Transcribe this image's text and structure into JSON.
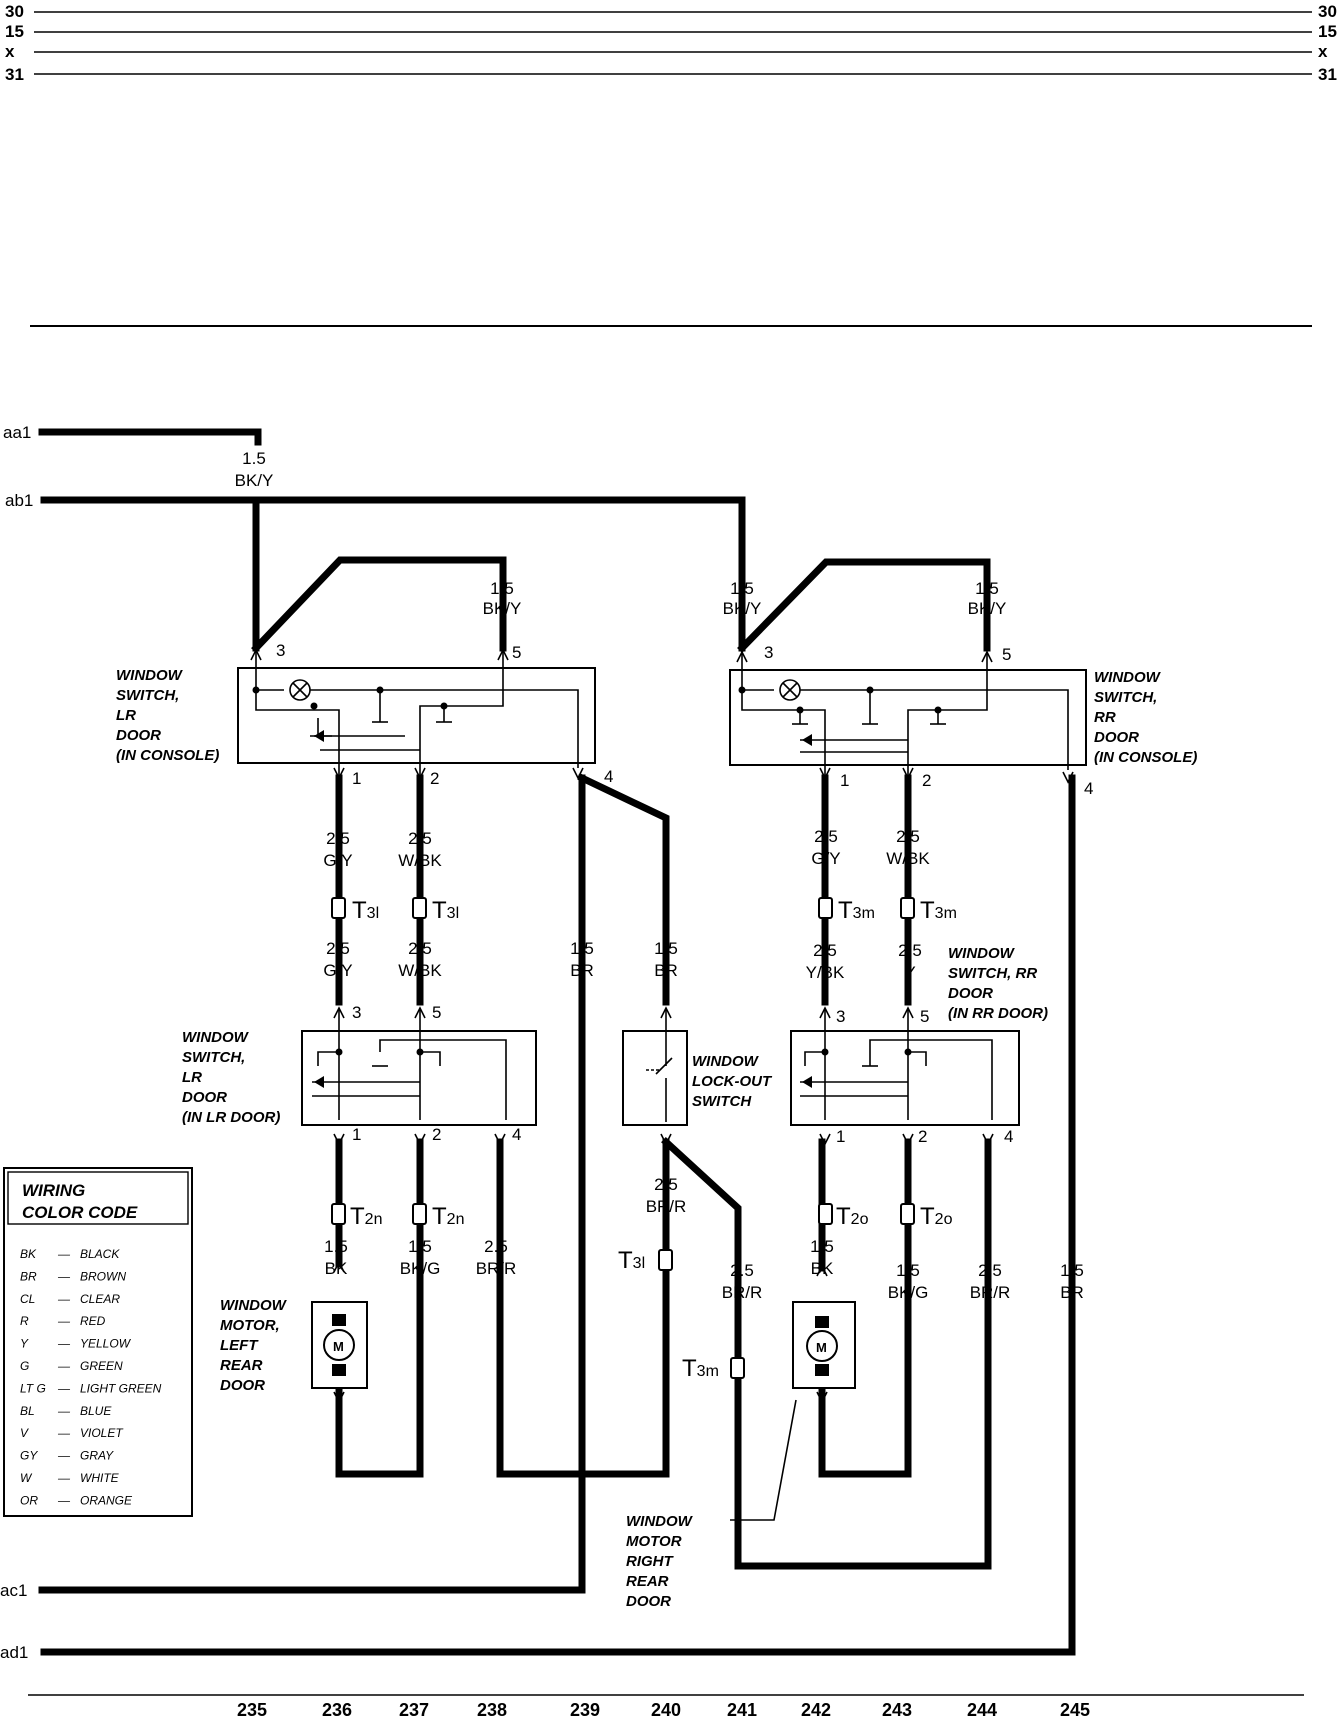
{
  "bus_labels": [
    "30",
    "15",
    "x",
    "31"
  ],
  "left_inputs": [
    "aa1",
    "ab1",
    "ac1",
    "ad1"
  ],
  "feed_labels": [
    {
      "size": "1.5",
      "color": "BK/Y"
    },
    {
      "size": "1.5",
      "color": "BK/Y"
    },
    {
      "size": "1.5",
      "color": "BK/Y"
    },
    {
      "size": "1.5",
      "color": "BK/Y"
    },
    {
      "size": "2.5",
      "color": "G/Y"
    },
    {
      "size": "2.5",
      "color": "W/BK"
    },
    {
      "size": "2.5",
      "color": "G/Y"
    },
    {
      "size": "2.5",
      "color": "W/BK"
    },
    {
      "size": "2.5",
      "color": "G/Y"
    },
    {
      "size": "2.5",
      "color": "W/BK"
    },
    {
      "size": "1.5",
      "color": "BR"
    },
    {
      "size": "1.5",
      "color": "BR"
    },
    {
      "size": "2.5",
      "color": "Y/BK"
    },
    {
      "size": "2.5",
      "color": "Y"
    },
    {
      "size": "2.5",
      "color": "BR/R"
    },
    {
      "size": "1.5",
      "color": "BK"
    },
    {
      "size": "1.5",
      "color": "BK/G"
    },
    {
      "size": "2.5",
      "color": "BR/R"
    },
    {
      "size": "2.5",
      "color": "BR/R"
    },
    {
      "size": "1.5",
      "color": "BK"
    },
    {
      "size": "1.5",
      "color": "BK/G"
    },
    {
      "size": "2.5",
      "color": "BR/R"
    },
    {
      "size": "1.5",
      "color": "BR"
    }
  ],
  "pins": [
    "3",
    "5",
    "1",
    "2",
    "4",
    "3",
    "5",
    "1",
    "2",
    "4",
    "3",
    "5",
    "1",
    "2",
    "4",
    "3",
    "5",
    "1",
    "2",
    "4"
  ],
  "connectors": [
    {
      "main": "T",
      "sub": "3l"
    },
    {
      "main": "T",
      "sub": "3l"
    },
    {
      "main": "T",
      "sub": "3m"
    },
    {
      "main": "T",
      "sub": "3m"
    },
    {
      "main": "T",
      "sub": "2n"
    },
    {
      "main": "T",
      "sub": "2n"
    },
    {
      "main": "T",
      "sub": "2o"
    },
    {
      "main": "T",
      "sub": "2o"
    },
    {
      "main": "T",
      "sub": "3l"
    },
    {
      "main": "T",
      "sub": "3m"
    }
  ],
  "components": {
    "ws_lr_console": [
      "WINDOW",
      "SWITCH,",
      "LR",
      "DOOR",
      "(IN CONSOLE)"
    ],
    "ws_rr_console": [
      "WINDOW",
      "SWITCH,",
      "RR",
      "DOOR",
      "(IN CONSOLE)"
    ],
    "ws_lr_door": [
      "WINDOW",
      "SWITCH,",
      "LR",
      "DOOR",
      "(IN LR DOOR)"
    ],
    "lockout": [
      "WINDOW",
      "LOCK-OUT",
      "SWITCH"
    ],
    "ws_rr_door": [
      "WINDOW",
      "SWITCH, RR",
      "DOOR",
      "(IN RR DOOR)"
    ],
    "motor_left": [
      "WINDOW",
      "MOTOR,",
      "LEFT",
      "REAR",
      "DOOR"
    ],
    "motor_right": [
      "WINDOW",
      "MOTOR",
      "RIGHT",
      "REAR",
      "DOOR"
    ],
    "motor_symbol": "M"
  },
  "legend": {
    "title": [
      "WIRING",
      "COLOR CODE"
    ],
    "entries": [
      {
        "code": "BK",
        "name": "BLACK"
      },
      {
        "code": "BR",
        "name": "BROWN"
      },
      {
        "code": "CL",
        "name": "CLEAR"
      },
      {
        "code": "R",
        "name": "RED"
      },
      {
        "code": "Y",
        "name": "YELLOW"
      },
      {
        "code": "G",
        "name": "GREEN"
      },
      {
        "code": "LT G",
        "name": "LIGHT GREEN"
      },
      {
        "code": "BL",
        "name": "BLUE"
      },
      {
        "code": "V",
        "name": "VIOLET"
      },
      {
        "code": "GY",
        "name": "GRAY"
      },
      {
        "code": "W",
        "name": "WHITE"
      },
      {
        "code": "OR",
        "name": "ORANGE"
      }
    ]
  },
  "grid_numbers": [
    "235",
    "236",
    "237",
    "238",
    "239",
    "240",
    "241",
    "242",
    "243",
    "244",
    "245"
  ]
}
